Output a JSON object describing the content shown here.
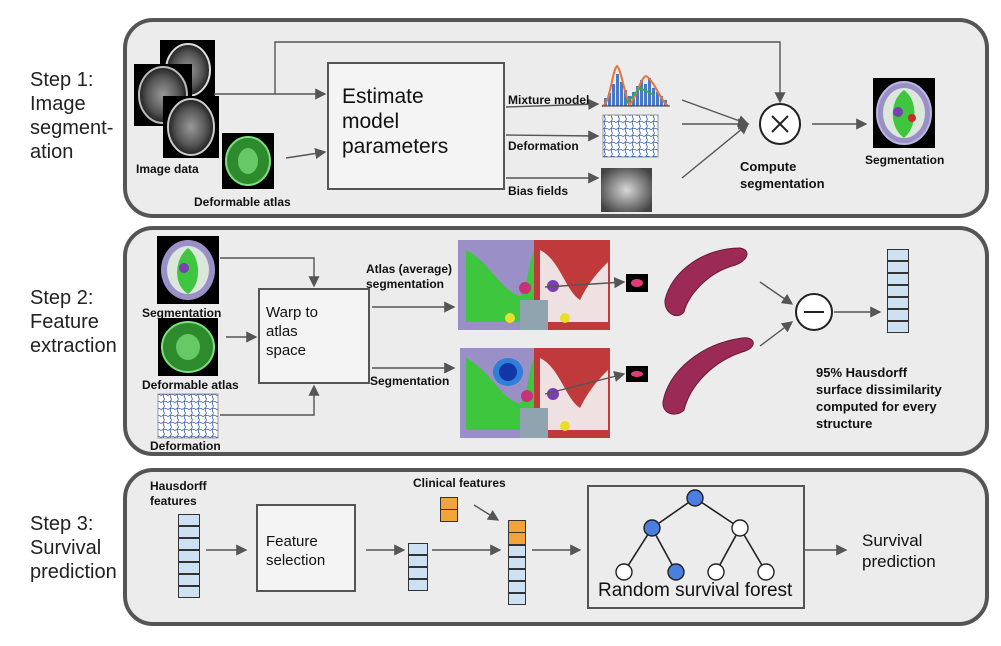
{
  "step1": {
    "label": "Step 1:\nImage\nsegment-\nation",
    "image_data": "Image data",
    "deformable_atlas": "Deformable atlas",
    "estimate": "Estimate\nmodel\nparameters",
    "mixture_model": "Mixture model",
    "deformation": "Deformation",
    "bias_fields": "Bias fields",
    "compute": "Compute\nsegmentation",
    "segmentation": "Segmentation"
  },
  "step2": {
    "label": "Step 2:\nFeature\nextraction",
    "segmentation": "Segmentation",
    "deformable_atlas": "Deformable atlas",
    "deformation": "Deformation",
    "warp": "Warp to\natlas\nspace",
    "atlas_seg": "Atlas (average)\nsegmentation",
    "seg2": "Segmentation",
    "hausdorff": "95% Hausdorff\nsurface dissimilarity\ncomputed for every\nstructure"
  },
  "step3": {
    "label": "Step 3:\nSurvival\nprediction",
    "hausdorff_features": "Hausdorff\nfeatures",
    "feature_selection": "Feature\nselection",
    "clinical_features": "Clinical features",
    "forest": "Random survival forest",
    "survival": "Survival\nprediction"
  },
  "colors": {
    "panel": "#ececec",
    "border": "#555555",
    "vector": "#cde1f3",
    "clinical": "#f2a33a",
    "node_filled": "#4a7fe0"
  }
}
